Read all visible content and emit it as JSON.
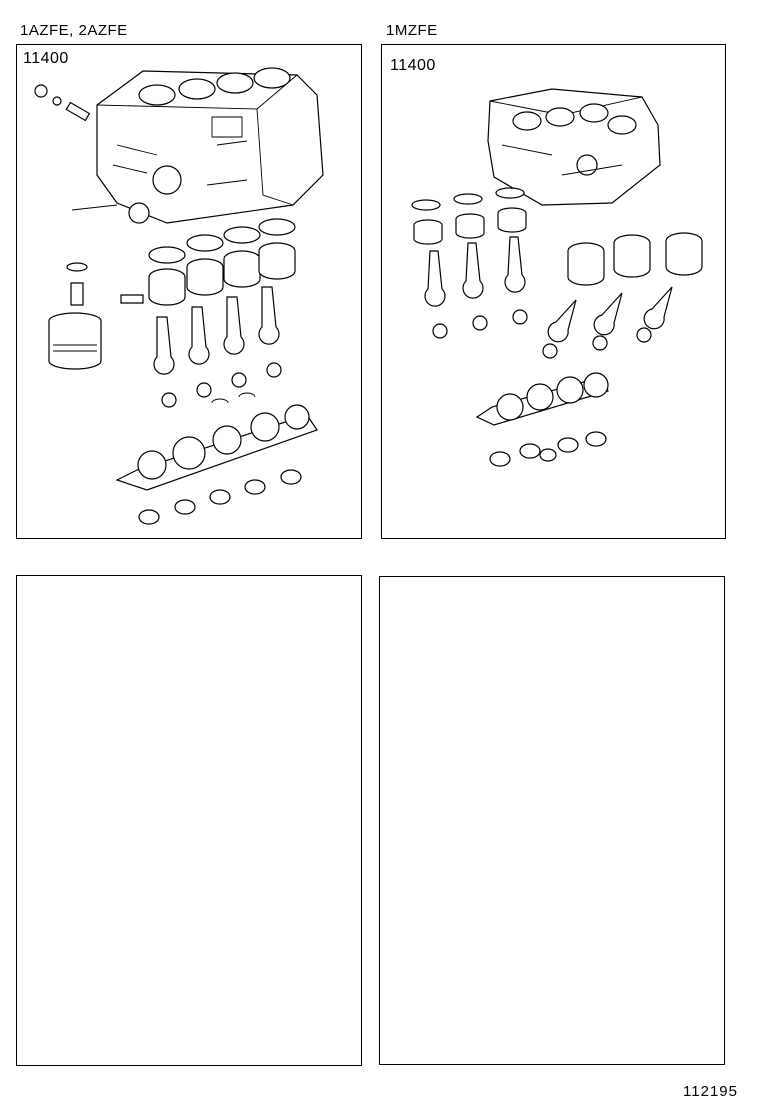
{
  "panels": [
    {
      "engine_label": "1AZFE, 2AZFE",
      "part_number": "11400"
    },
    {
      "engine_label": "1MZFE",
      "part_number": "11400"
    },
    {
      "engine_label": "",
      "part_number": ""
    },
    {
      "engine_label": "",
      "part_number": ""
    }
  ],
  "page_code": "112195"
}
